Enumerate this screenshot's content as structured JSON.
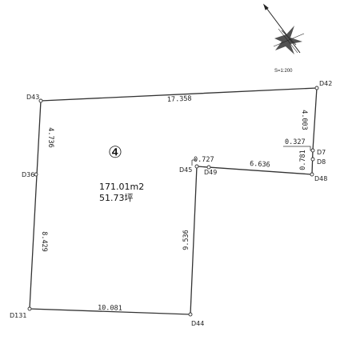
{
  "lot": {
    "number": "④",
    "area_m2": "171.01m2",
    "area_tsubo": "51.73坪"
  },
  "scale": "S=1:200",
  "points": {
    "d43": "D43",
    "d42": "D42",
    "d36": "D36",
    "d131": "D131",
    "d44": "D44",
    "d45": "D45",
    "d49": "D49",
    "d48": "D48",
    "d7": "D7",
    "d8": "D8"
  },
  "dimensions": {
    "top": "17.358",
    "right_upper": "4.003",
    "notch": "0.327",
    "right_lower": "0.781",
    "inner_top": "6.636",
    "inner_corner": "0.727",
    "inner_vertical": "9.536",
    "bottom": "10.081",
    "left_upper": "4.736",
    "left_lower": "8.429"
  },
  "colors": {
    "line": "#333333",
    "compass": "#222222"
  }
}
